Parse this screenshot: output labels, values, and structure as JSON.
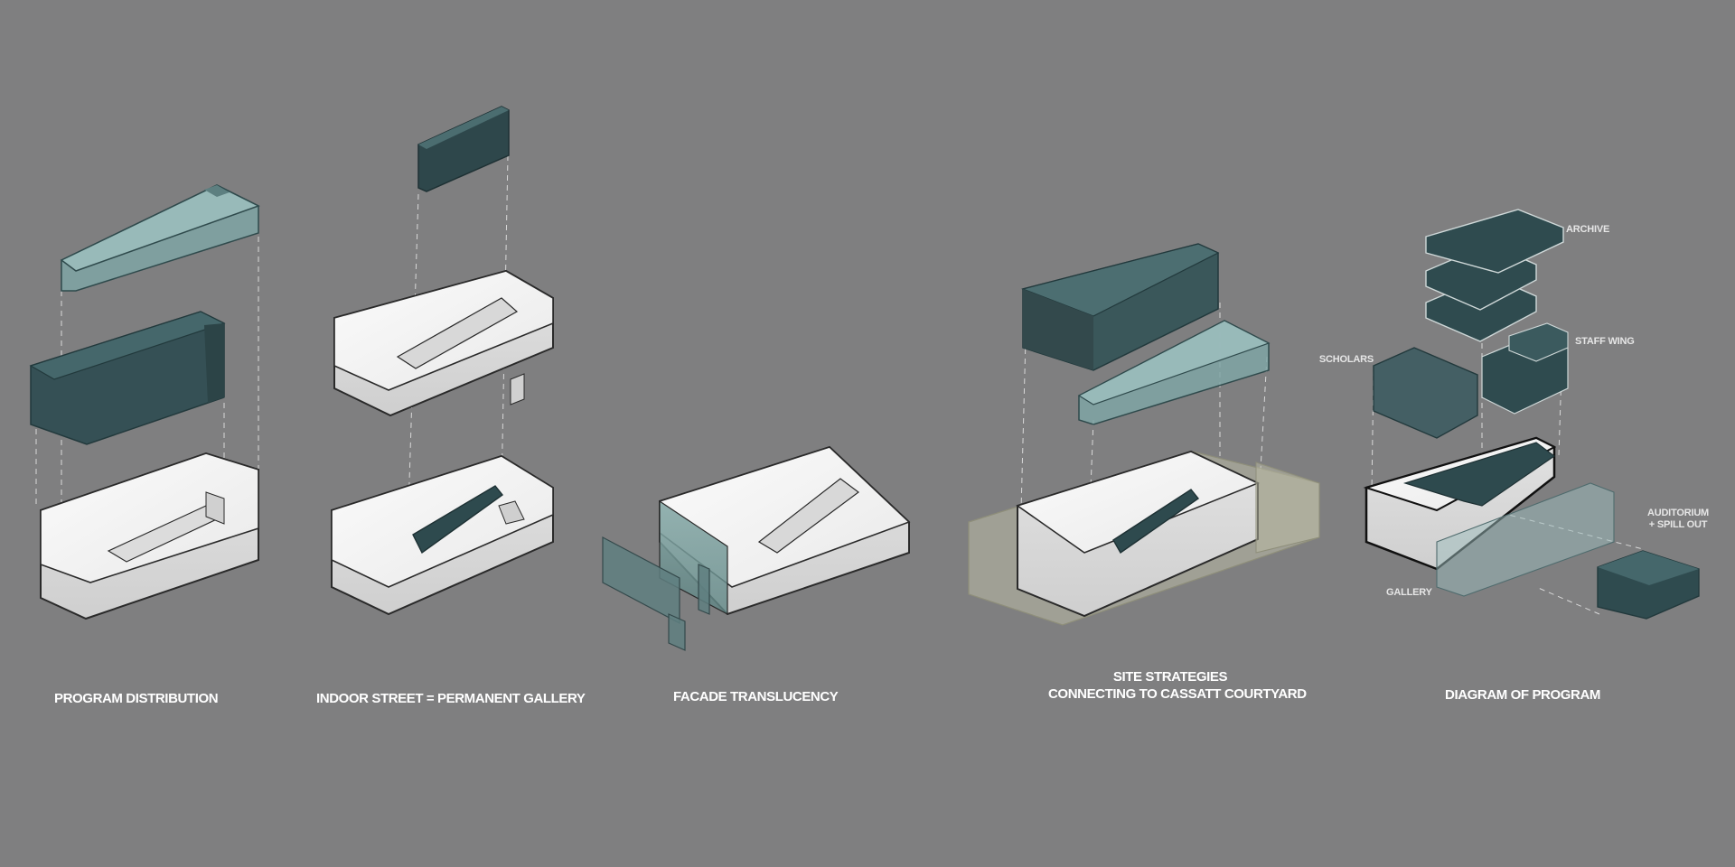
{
  "panels": [
    {
      "caption": [
        "PROGRAM DISTRIBUTION"
      ]
    },
    {
      "caption": [
        "INDOOR STREET = PERMANENT GALLERY"
      ]
    },
    {
      "caption": [
        "FACADE TRANSLUCENCY"
      ]
    },
    {
      "caption": [
        "SITE STRATEGIES",
        "CONNECTING TO CASSATT COURTYARD"
      ]
    },
    {
      "caption": [
        "DIAGRAM OF PROGRAM"
      ]
    }
  ],
  "program_labels": {
    "archive": "ARCHIVE",
    "staff_wing": "STAFF WING",
    "scholars": "SCHOLARS",
    "auditorium": [
      "AUDITORIUM",
      "+ SPILL OUT"
    ],
    "gallery": "GALLERY"
  },
  "colors": {
    "background": "#7f7f80",
    "mass_white": "#f2f2f2",
    "mass_dark_teal": "#355055",
    "glass_teal": "#7fa4a4",
    "glass_olive": "#bcbca6"
  }
}
